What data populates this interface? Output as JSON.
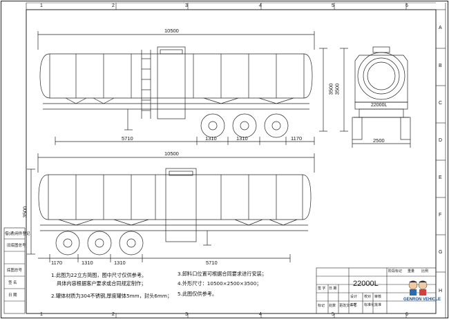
{
  "grid": {
    "columns": [
      "1",
      "2",
      "3",
      "4",
      "5",
      "6"
    ],
    "rows": [
      "A",
      "B",
      "C",
      "D",
      "E",
      "F",
      "G",
      "H"
    ]
  },
  "top_view": {
    "length": "10500",
    "height": "3500",
    "front_spacing": "5710",
    "axle_1": "1310",
    "axle_2": "1310",
    "rear_overhang": "1170"
  },
  "end_view": {
    "height": "3500",
    "width": "2500",
    "capacity_mark": "22000L"
  },
  "bottom_view": {
    "length": "10500",
    "height": "3500",
    "rear_overhang": "1170",
    "axle_1": "1310",
    "axle_2": "1310",
    "front_spacing": "5710"
  },
  "notes": [
    "1.此图为22立方简图，图中尺寸仅供参考。",
    "具体内容根据客户要求或合同规定制作；",
    "2.罐体材质为304不锈钢,厚度罐体5mm，封头6mm；",
    "3.卸料口位置可根据合同要求进行安装；",
    "4.外形尺寸：10500×2500×3500；",
    "5.此图仅供参考。"
  ],
  "side_labels": [
    "借(通)用件登记",
    "旧底图总号",
    "底图总号",
    "签 名",
    "日 期"
  ],
  "title_block": {
    "capacity": "22000L",
    "row_labels": [
      "标记",
      "处数",
      "更改文件号",
      "签 字",
      "日 期"
    ],
    "small_cells": [
      "设计",
      "校对",
      "审核",
      "工艺",
      "标准化",
      "批准"
    ],
    "cols": [
      "阶段标记",
      "重量",
      "比例"
    ]
  },
  "logo": {
    "text": "GENRON VEHICLE"
  }
}
